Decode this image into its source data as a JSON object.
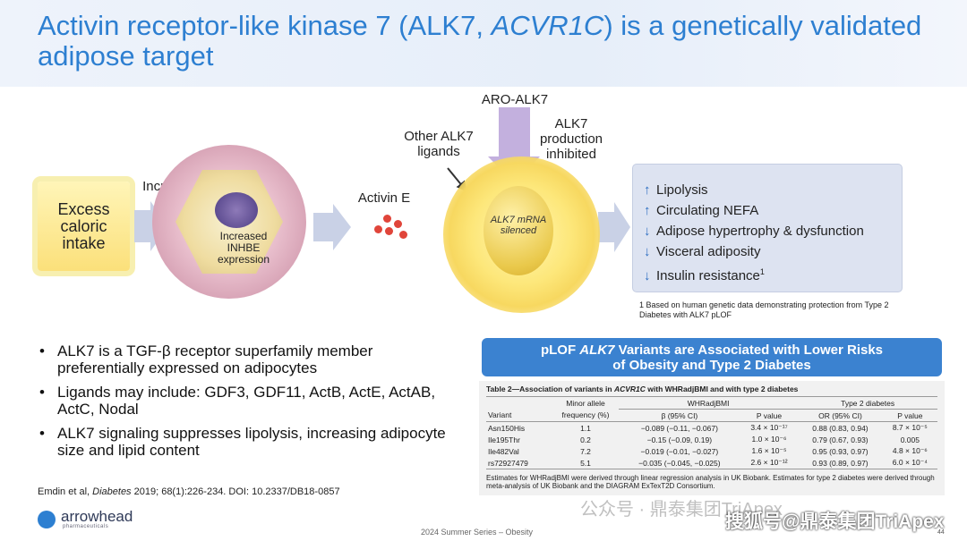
{
  "slide": {
    "title_part1": "Activin receptor-like kinase 7 (ALK7, ",
    "title_italic": "ACVR1C",
    "title_part2": ") is a genetically validated adipose target"
  },
  "diagram": {
    "excess_caloric_intake": "Excess caloric intake",
    "increased_tg": "Increased TG",
    "cell_label": "Increased INHBE expression",
    "activin_e": "Activin E",
    "other_ligands": "Other ALK7 ligands",
    "aro_alk7": "ARO-ALK7",
    "production_inhibited": "ALK7 production inhibited",
    "mrna_silenced": "ALK7 mRNA silenced"
  },
  "effects": [
    {
      "arrow": "up",
      "label": "Lipolysis"
    },
    {
      "arrow": "up",
      "label": "Circulating NEFA"
    },
    {
      "arrow": "down",
      "label": "Adipose hypertrophy & dysfunction"
    },
    {
      "arrow": "down",
      "label": "Visceral adiposity"
    },
    {
      "arrow": "down",
      "label": "Insulin resistance",
      "sup": "1"
    }
  ],
  "effects_footnote": "1 Based on human genetic data demonstrating protection from Type 2 Diabetes with ALK7 pLOF",
  "bullets": [
    "ALK7 is a TGF-β receptor superfamily member preferentially expressed on adipocytes",
    "Ligands may include: GDF3, GDF11, ActB, ActE, ActAB, ActC, Nodal",
    "ALK7 signaling suppresses lipolysis, increasing adipocyte size and lipid content"
  ],
  "citation": {
    "authors": "Emdin et al, ",
    "journal": "Diabetes",
    "details": " 2019; 68(1):226-234. DOI: 10.2337/DB18-0857"
  },
  "banner": {
    "line1_pre": "pLOF ",
    "line1_italic": "ALK7",
    "line1_post": " Variants are Associated with Lower Risks",
    "line2": "of Obesity and Type 2 Diabetes"
  },
  "table": {
    "title_pre": "Table 2—Association of variants in ",
    "title_italic": "ACVR1C",
    "title_post": " with WHRadjBMI and with type 2 diabetes",
    "group_headers": {
      "minor_allele": "Minor allele",
      "whr": "WHRadjBMI",
      "t2d": "Type 2 diabetes"
    },
    "columns": [
      "Variant",
      "frequency (%)",
      "β (95% CI)",
      "P value",
      "OR (95% CI)",
      "P value"
    ],
    "rows": [
      [
        "Asn150His",
        "1.1",
        "−0.089 (−0.11, −0.067)",
        "3.4 × 10⁻¹⁷",
        "0.88 (0.83, 0.94)",
        "8.7 × 10⁻⁵"
      ],
      [
        "Ile195Thr",
        "0.2",
        "−0.15 (−0.09, 0.19)",
        "1.0 × 10⁻⁶",
        "0.79 (0.67, 0.93)",
        "0.005"
      ],
      [
        "Ile482Val",
        "7.2",
        "−0.019 (−0.01, −0.027)",
        "1.6 × 10⁻⁵",
        "0.95 (0.93, 0.97)",
        "4.8 × 10⁻⁶"
      ],
      [
        "rs72927479",
        "5.1",
        "−0.035 (−0.045, −0.025)",
        "2.6 × 10⁻¹²",
        "0.93 (0.89, 0.97)",
        "6.0 × 10⁻⁴"
      ]
    ],
    "note": "Estimates for WHRadjBMI were derived through linear regression analysis in UK Biobank. Estimates for type 2 diabetes were derived through meta-analysis of UK Biobank and the DIAGRAM ExTexT2D Consortium."
  },
  "footer": {
    "logo_name": "arrowhead",
    "logo_sub": "pharmaceuticals",
    "center": "2024 Summer Series – Obesity",
    "page": "44"
  },
  "watermarks": {
    "wechat": "公众号 · 鼎泰集团TriApex",
    "sohu": "搜狐号@鼎泰集团TriApex"
  },
  "colors": {
    "accent": "#2d7fd1",
    "banner": "#3b82d0",
    "effects_box": "#dde3f1",
    "excess_box": "#fbe07a"
  }
}
